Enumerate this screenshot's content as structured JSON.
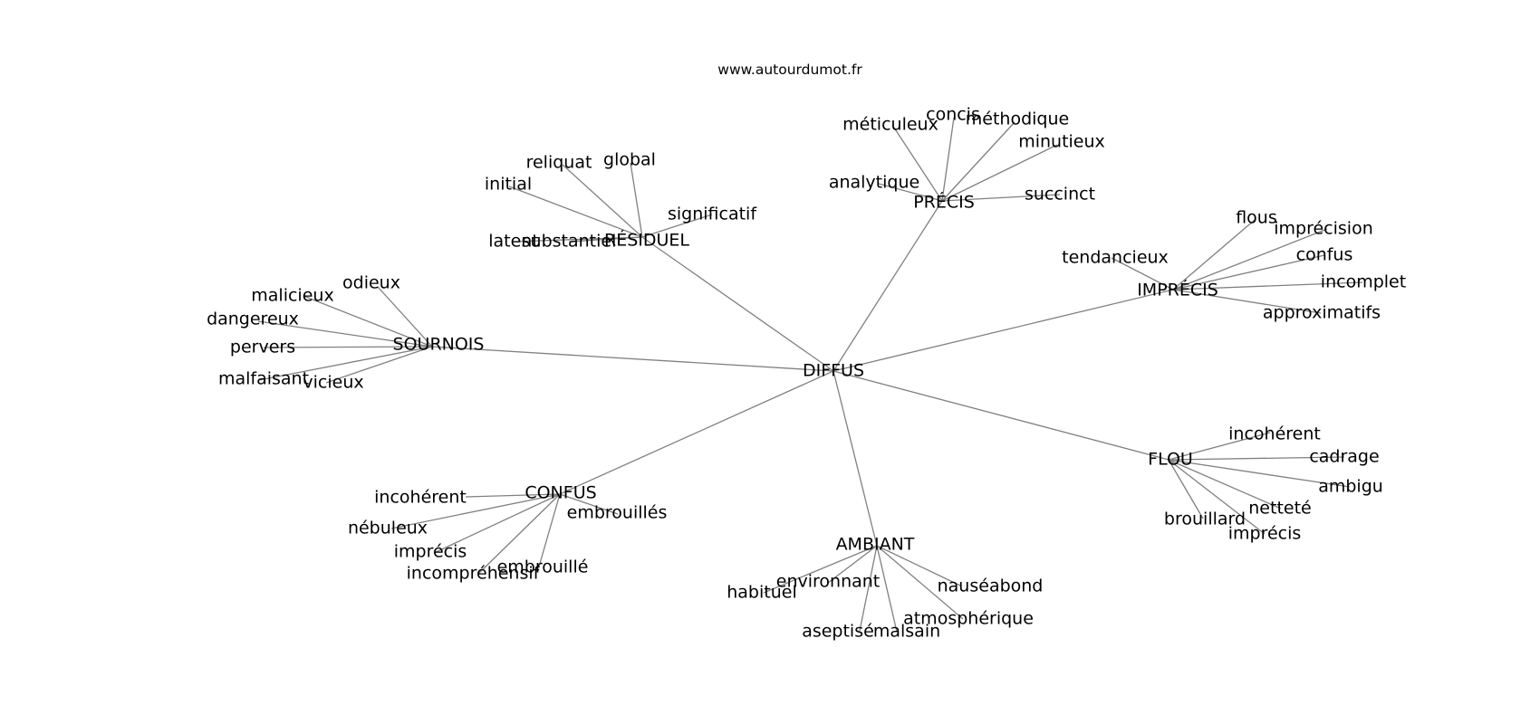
{
  "site": "www.autourdumot.fr",
  "center": "DIFFUS",
  "clusters": [
    {
      "word": "PRÉCIS",
      "related": [
        "méticuleux",
        "concis",
        "méthodique",
        "minutieux",
        "analytique",
        "succinct"
      ]
    },
    {
      "word": "RÉSIDUEL",
      "related": [
        "reliquat",
        "global",
        "initial",
        "significatif",
        "latent",
        "substantiel"
      ]
    },
    {
      "word": "IMPRÉCIS",
      "related": [
        "flous",
        "imprécision",
        "confus",
        "incomplet",
        "tendancieux",
        "approximatifs"
      ]
    },
    {
      "word": "SOURNOIS",
      "related": [
        "odieux",
        "malicieux",
        "dangereux",
        "pervers",
        "malfaisant",
        "vicieux"
      ]
    },
    {
      "word": "FLOU",
      "related": [
        "incohérent",
        "cadrage",
        "ambigu",
        "netteté",
        "brouillard",
        "imprécis"
      ]
    },
    {
      "word": "CONFUS",
      "related": [
        "incohérent",
        "embrouillés",
        "nébuleux",
        "imprécis",
        "embrouillé",
        "incompréhensif"
      ]
    },
    {
      "word": "AMBIANT",
      "related": [
        "environnant",
        "habituel",
        "nauséabond",
        "atmosphérique",
        "aseptisé",
        "malsain"
      ]
    }
  ]
}
